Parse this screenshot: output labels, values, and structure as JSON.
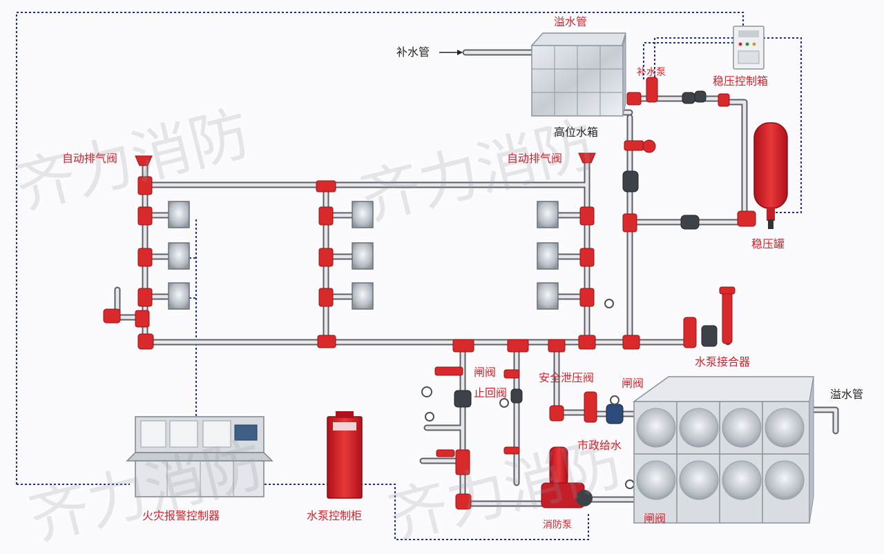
{
  "colors": {
    "label": "#d4222a",
    "label_dark": "#222222",
    "pipe_fill": "#e7e8ec",
    "pipe_edge": "#5c5f66",
    "fitting": "#d82a2a",
    "signal": "#1b2aa8",
    "watermark": "#9a9aaa"
  },
  "labels": {
    "overflow_top": "溢水管",
    "makeup_pipe": "补水管",
    "makeup_pump": "补水泵",
    "stabilizer_box": "稳压控制箱",
    "high_tank": "高位水箱",
    "air_valve_left": "自动排气阀",
    "air_valve_right": "自动排气阀",
    "stabilizer_tank": "稳压罐",
    "pump_adapter": "水泵接合器",
    "gate_valve_1": "闸阀",
    "check_valve": "止回阀",
    "safety_valve": "安全泄压阀",
    "gate_valve_2": "闸阀",
    "overflow_right": "溢水管",
    "municipal": "市政给水",
    "fire_pump": "消防泵",
    "gate_valve_3": "闸阀",
    "fire_alarm": "火灾报警控制器",
    "pump_cabinet": "水泵控制柜"
  },
  "watermark": "齐力消防"
}
